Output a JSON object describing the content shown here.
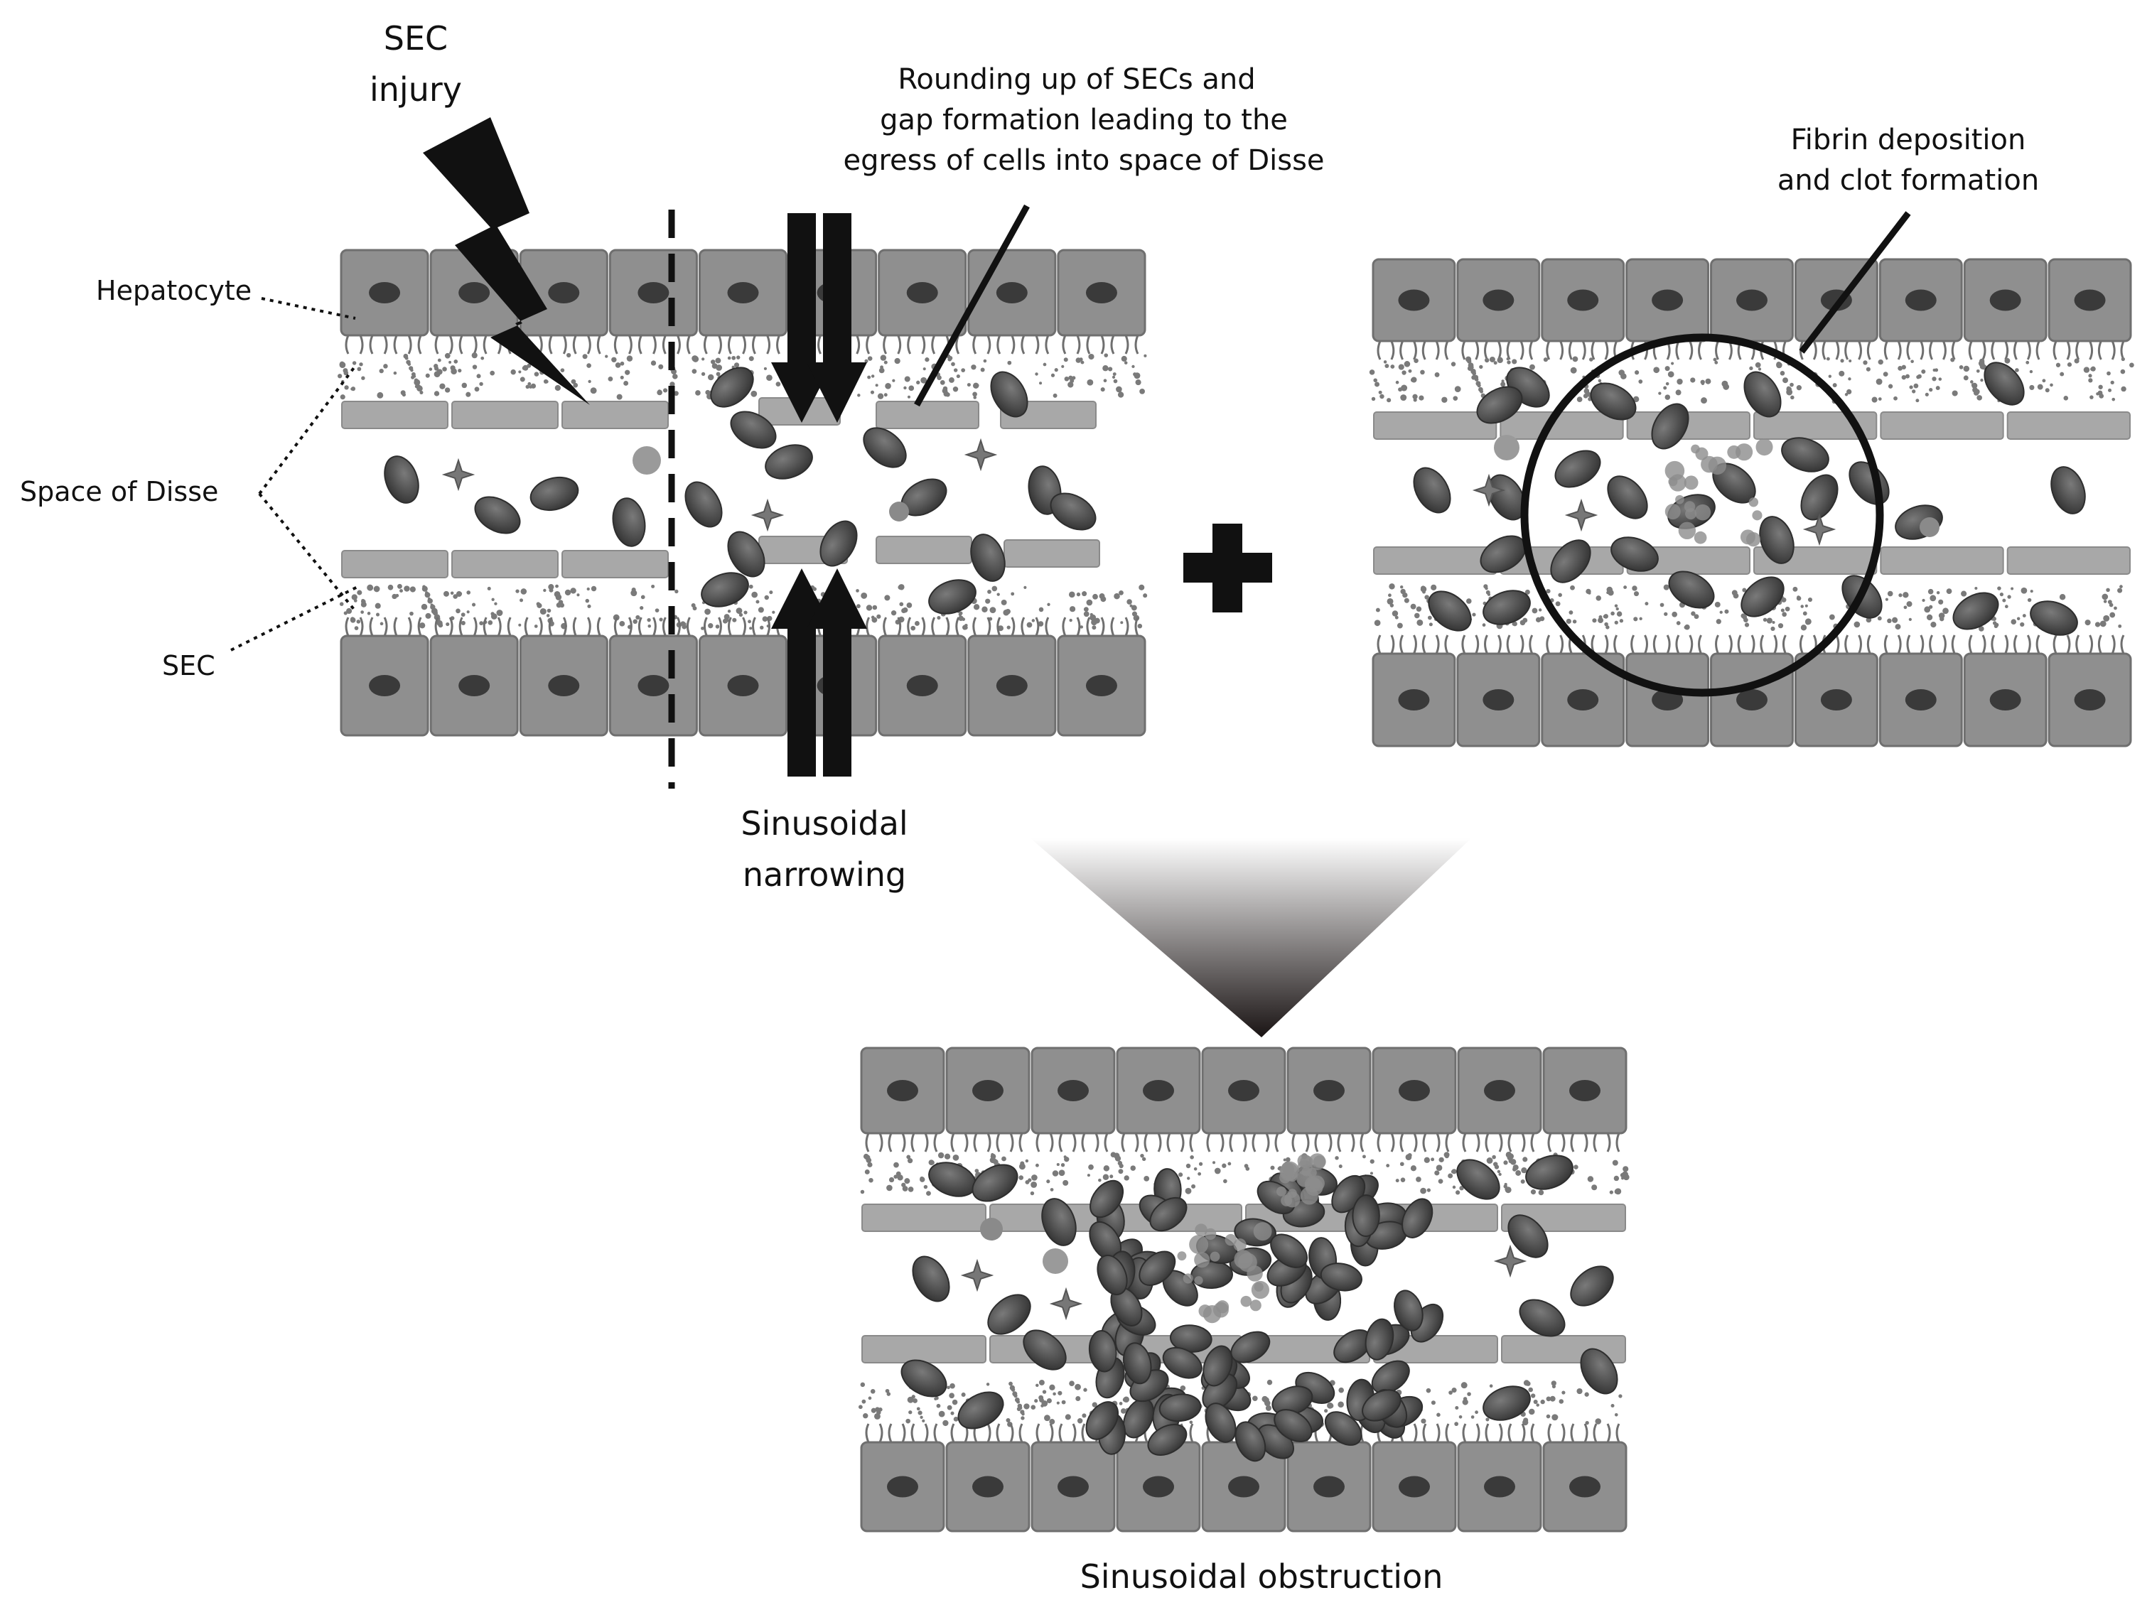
{
  "labels": {
    "sec_injury_line1": "SEC",
    "sec_injury_line2": "injury",
    "hepatocyte": "Hepatocyte",
    "space_of_disse": "Space of Disse",
    "sec": "SEC",
    "rounding_line1": "Rounding up of SECs and",
    "rounding_line2": "gap formation leading to the",
    "rounding_line3": "egress of cells into space of Disse",
    "fibrin_line1": "Fibrin deposition",
    "fibrin_line2": "and clot formation",
    "narrowing_line1": "Sinusoidal",
    "narrowing_line2": "narrowing",
    "obstruction": "Sinusoidal obstruction"
  },
  "icons": [
    "lightning-bolt-icon",
    "plus-icon",
    "arrow-down-icon",
    "arrow-up-icon",
    "funnel-arrow-icon"
  ],
  "colors": {
    "hepatocyte": "#8f8f8f",
    "hepatocyte_edge": "#6f6f6f",
    "nucleus": "#3a3a3a",
    "sec": "#a8a8a8",
    "rbc": "#4a4a4a",
    "dots": "#7a7a7a",
    "ink": "#111111"
  }
}
